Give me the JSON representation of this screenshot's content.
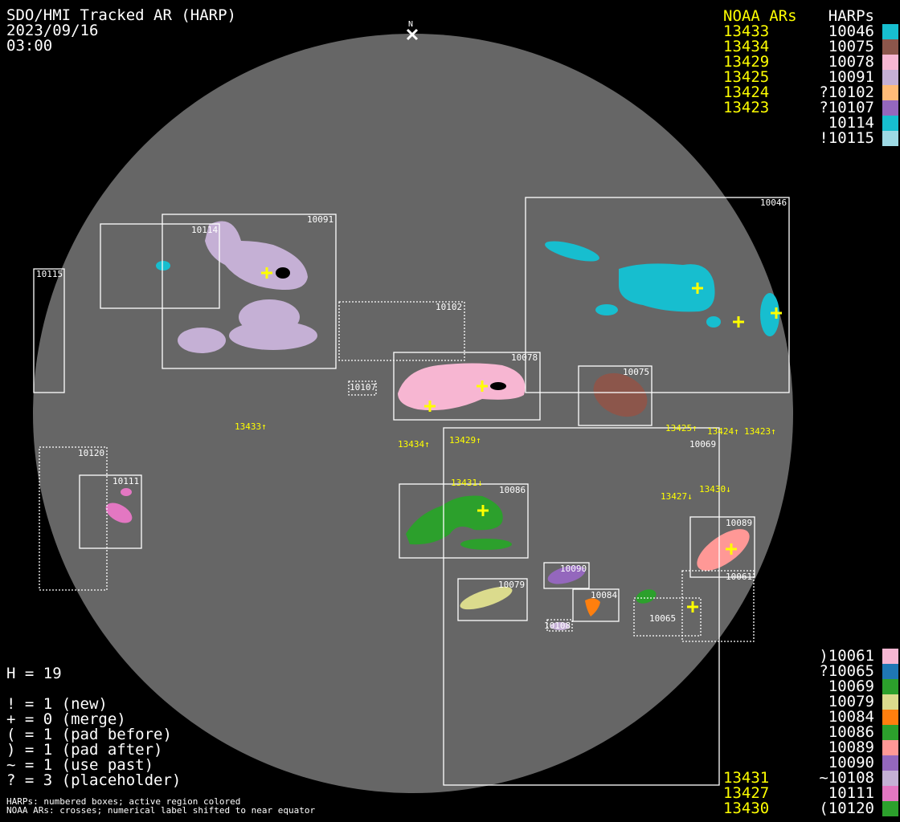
{
  "header": {
    "title": "SDO/HMI Tracked AR (HARP)",
    "date": "2023/09/16",
    "time": "03:00",
    "north": "N"
  },
  "legend_top": {
    "noaa_header": "NOAA ARs",
    "harp_header": "HARPs",
    "rows": [
      {
        "noaa": "13433",
        "harp": "10046",
        "color": "#17becf"
      },
      {
        "noaa": "13434",
        "harp": "10075",
        "color": "#8c564b"
      },
      {
        "noaa": "13429",
        "harp": "10078",
        "color": "#f7b6d2"
      },
      {
        "noaa": "13425",
        "harp": "10091",
        "color": "#c5b0d5"
      },
      {
        "noaa": "13424",
        "harp": "?10102",
        "color": "#ffbb78"
      },
      {
        "noaa": "13423",
        "harp": "?10107",
        "color": "#9467bd"
      },
      {
        "noaa": "",
        "harp": "10114",
        "color": "#17becf"
      },
      {
        "noaa": "",
        "harp": "!10115",
        "color": "#9edae5"
      }
    ]
  },
  "legend_bottom": {
    "rows": [
      {
        "noaa": "",
        "harp": ")10061",
        "color": "#f7b6d2"
      },
      {
        "noaa": "",
        "harp": "?10065",
        "color": "#1f77b4"
      },
      {
        "noaa": "",
        "harp": "10069",
        "color": "#2ca02c"
      },
      {
        "noaa": "",
        "harp": "10079",
        "color": "#dbdb8d"
      },
      {
        "noaa": "",
        "harp": "10084",
        "color": "#ff7f0e"
      },
      {
        "noaa": "",
        "harp": "10086",
        "color": "#2ca02c"
      },
      {
        "noaa": "",
        "harp": "10089",
        "color": "#ff9896"
      },
      {
        "noaa": "",
        "harp": "10090",
        "color": "#9467bd"
      },
      {
        "noaa": "13431",
        "harp": "~10108",
        "color": "#c5b0d5"
      },
      {
        "noaa": "13427",
        "harp": "10111",
        "color": "#e377c2"
      },
      {
        "noaa": "13430",
        "harp": "(10120",
        "color": "#2ca02c"
      }
    ]
  },
  "stats": {
    "h": "H = 19",
    "lines": [
      "! = 1 (new)",
      "+ = 0 (merge)",
      "( = 1 (pad before)",
      ") = 1 (pad after)",
      "~ = 1 (use past)",
      "? = 3 (placeholder)"
    ]
  },
  "footer": [
    "HARPs: numbered boxes; active region colored",
    "NOAA ARs: crosses; numerical label shifted to near equator"
  ],
  "harp_boxes": [
    "10046",
    "10091",
    "10114",
    "10115",
    "10102",
    "10078",
    "10075",
    "10107",
    "10069",
    "10120",
    "10111",
    "10086",
    "10089",
    "10061",
    "10090",
    "10079",
    "10084",
    "10065",
    "10108"
  ],
  "noaa_labels": [
    "13433↑",
    "13434↑",
    "13429↑",
    "13431↓",
    "13425↑",
    "13424↑",
    "13423↑",
    "13427↓",
    "13430↓"
  ]
}
